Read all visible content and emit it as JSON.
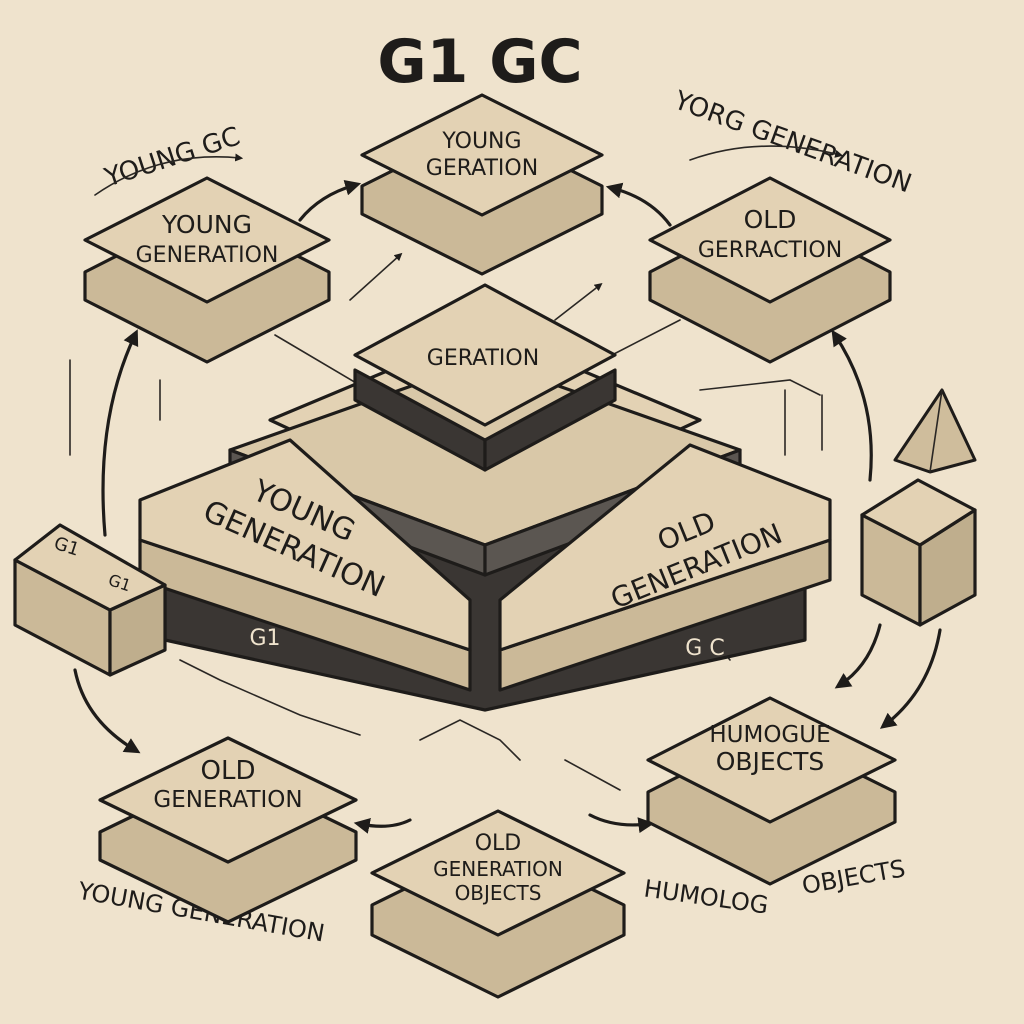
{
  "title": "G1 GC",
  "corner_labels": {
    "top_left": "YOUNG GC",
    "top_right": "YORG GENERATION",
    "bottom_left": "YOUNG GENERATION",
    "bottom_right_a": "HUMOLOG",
    "bottom_right_b": "OBJECTS"
  },
  "tiles": {
    "top_center": [
      "YOUNG",
      "GERATION"
    ],
    "top_left": [
      "YOUNG",
      "GENERATION"
    ],
    "top_right": [
      "OLD",
      "GERRACTION"
    ],
    "bottom_left": [
      "OLD",
      "GENERATION"
    ],
    "bottom_center": [
      "OLD",
      "GENERATION",
      "OBJECTS"
    ],
    "bottom_right": [
      "HUMOGUE",
      "OBJECTS"
    ]
  },
  "central": {
    "top_block": "GERATION",
    "left_slab": [
      "YOUNG",
      "GENERATION"
    ],
    "right_slab": [
      "OLD",
      "GENERATION"
    ],
    "left_base": "G1",
    "right_base": "G C"
  },
  "small_box_labels": [
    "G1",
    "G1"
  ],
  "colors": {
    "background": "#efe3cd",
    "tile": "#e3d2b4",
    "tile_side": "#cbb998",
    "ink": "#1e1c1a",
    "dark_band": "#3a3633"
  }
}
